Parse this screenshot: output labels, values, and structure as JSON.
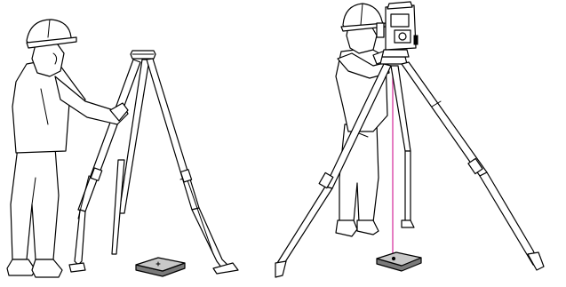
{
  "figure": {
    "panels": [
      {
        "id": "setting-up-tripod",
        "person": "surveyor-in-hard-hat",
        "equipment": "tripod",
        "ground_mark": "survey-marker-plate"
      },
      {
        "id": "centering-instrument",
        "person": "surveyor-in-hard-hat",
        "equipment": "total-station-on-tripod",
        "ground_mark": "survey-marker-plate",
        "plumb_line_visible": true
      }
    ],
    "colors": {
      "line": "#000000",
      "fill": "#ffffff",
      "marker_top": "#c8c8c8",
      "marker_side": "#7a7a7a",
      "plumb_line": "#d4279a"
    },
    "icons": [
      "hard-hat-icon",
      "tripod-icon",
      "total-station-icon",
      "survey-marker-icon",
      "plumb-line-icon"
    ]
  }
}
